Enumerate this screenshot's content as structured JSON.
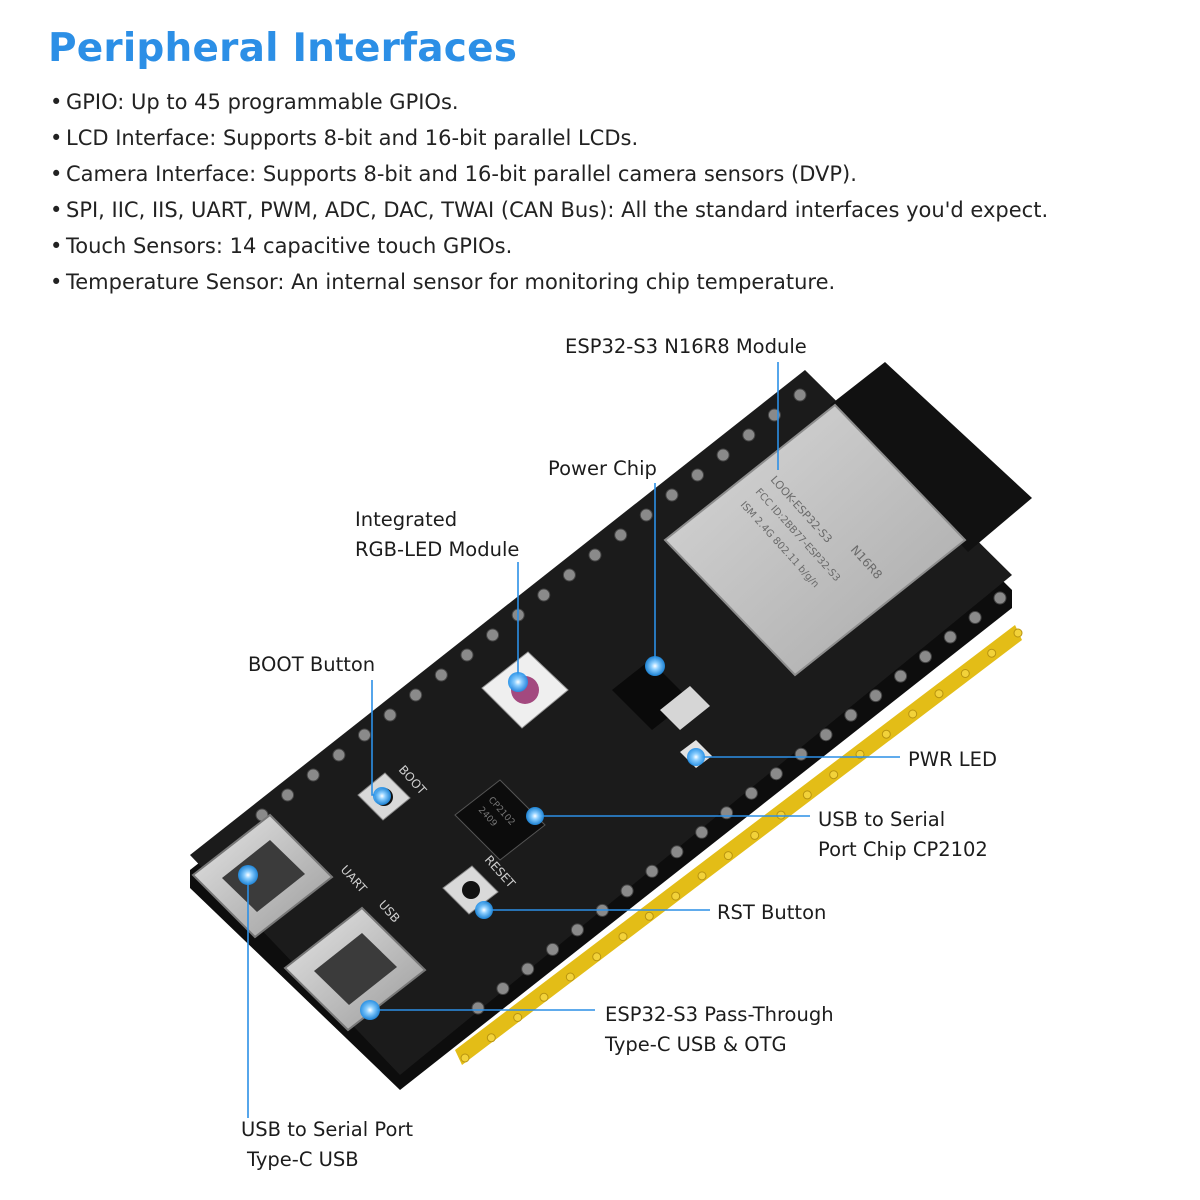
{
  "heading": "Peripheral Interfaces",
  "bullets": [
    "GPIO: Up to 45 programmable GPIOs.",
    "LCD Interface: Supports 8-bit and 16-bit parallel LCDs.",
    "Camera Interface: Supports 8-bit and 16-bit parallel camera sensors (DVP).",
    "SPI, IIC, IIS, UART, PWM, ADC, DAC, TWAI (CAN Bus): All the standard interfaces you'd expect.",
    "Touch Sensors: 14 capacitive touch GPIOs.",
    "Temperature Sensor: An internal sensor for monitoring chip temperature."
  ],
  "callouts": {
    "module": "ESP32-S3 N16R8 Module",
    "power_chip": "Power Chip",
    "rgb_led_line1": "Integrated",
    "rgb_led_line2": "RGB-LED Module",
    "boot_button": "BOOT Button",
    "pwr_led": "PWR LED",
    "usb_serial_chip_line1": "USB to Serial",
    "usb_serial_chip_line2": "Port Chip CP2102",
    "rst_button": "RST Button",
    "otg_line1": "ESP32-S3 Pass-Through",
    "otg_line2": "Type-C USB & OTG",
    "uart_usb_line1": "USB to Serial Port",
    "uart_usb_line2": "Type-C USB"
  },
  "silkscreen": {
    "boot": "BOOT",
    "reset": "RESET",
    "uart": "UART",
    "usb": "USB",
    "module_line1": "LOOK-ESP32-S3",
    "module_line2": "FCC ID:2BB77-ESP32-S3",
    "module_line3": "ISM 2.4G 802.11 b/g/n",
    "module_tag": "N16R8",
    "chip_line1": "CP2102",
    "chip_line2": "2409"
  },
  "colors": {
    "accent": "#2c8fe6",
    "board": "#1b1b1b",
    "shield": "#c4c4c4",
    "header_pin": "#e7c31c"
  }
}
